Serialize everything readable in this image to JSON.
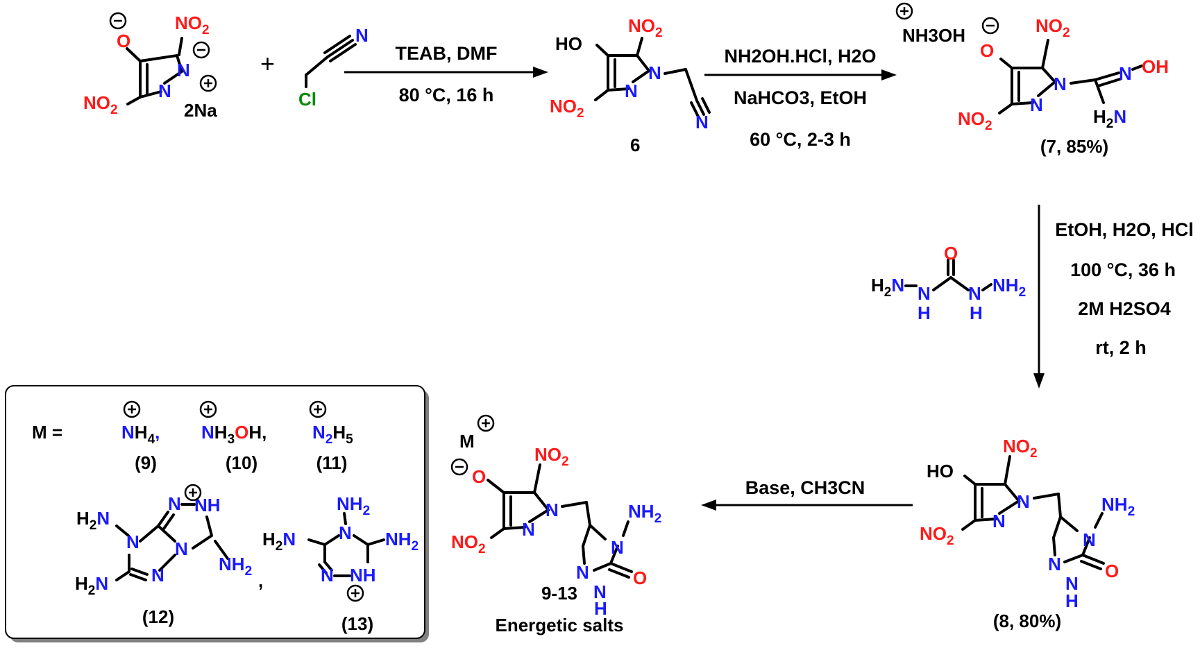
{
  "colors": {
    "nitrogen": "#1a1aff",
    "oxygen": "#ff1a1a",
    "chlorine": "#0b8a0b",
    "carbon": "#000000"
  },
  "atoms": {
    "nitro": "NO",
    "nitro_sub": "2",
    "n": "N",
    "o": "O",
    "oh": "OH",
    "ho": "HO",
    "h": "H",
    "nh": "NH",
    "h2n": "H",
    "nh2_sub": "2",
    "cl": "Cl",
    "na": "2Na",
    "plus": "+",
    "minus": "−",
    "comma": ","
  },
  "reactions": {
    "step1": {
      "line1": "TEAB, DMF",
      "line2": "80 °C, 16 h"
    },
    "step2": {
      "line1": "NH2OH.HCl, H2O",
      "line2": "NaHCO3, EtOH",
      "line3": "60 °C, 2-3 h"
    },
    "step3": {
      "line1": "EtOH, H2O, HCl",
      "line2": "100 °C, 36 h",
      "line3": "2M H2SO4",
      "line4": "rt, 2 h"
    },
    "step4": {
      "line1": "Base, CH3CN"
    }
  },
  "compounds": {
    "c6": "6",
    "c7": "(7, 85%)",
    "c8": "(8, 80%)",
    "c9_13": "9-13",
    "salts": "Energetic salts",
    "nh3oh_cation": "NH3OH",
    "m": "M"
  },
  "legend": {
    "m_eq": "M =",
    "c9": "(9)",
    "c10": "(10)",
    "c11": "(11)",
    "c12": "(12)",
    "c13": "(13)"
  }
}
